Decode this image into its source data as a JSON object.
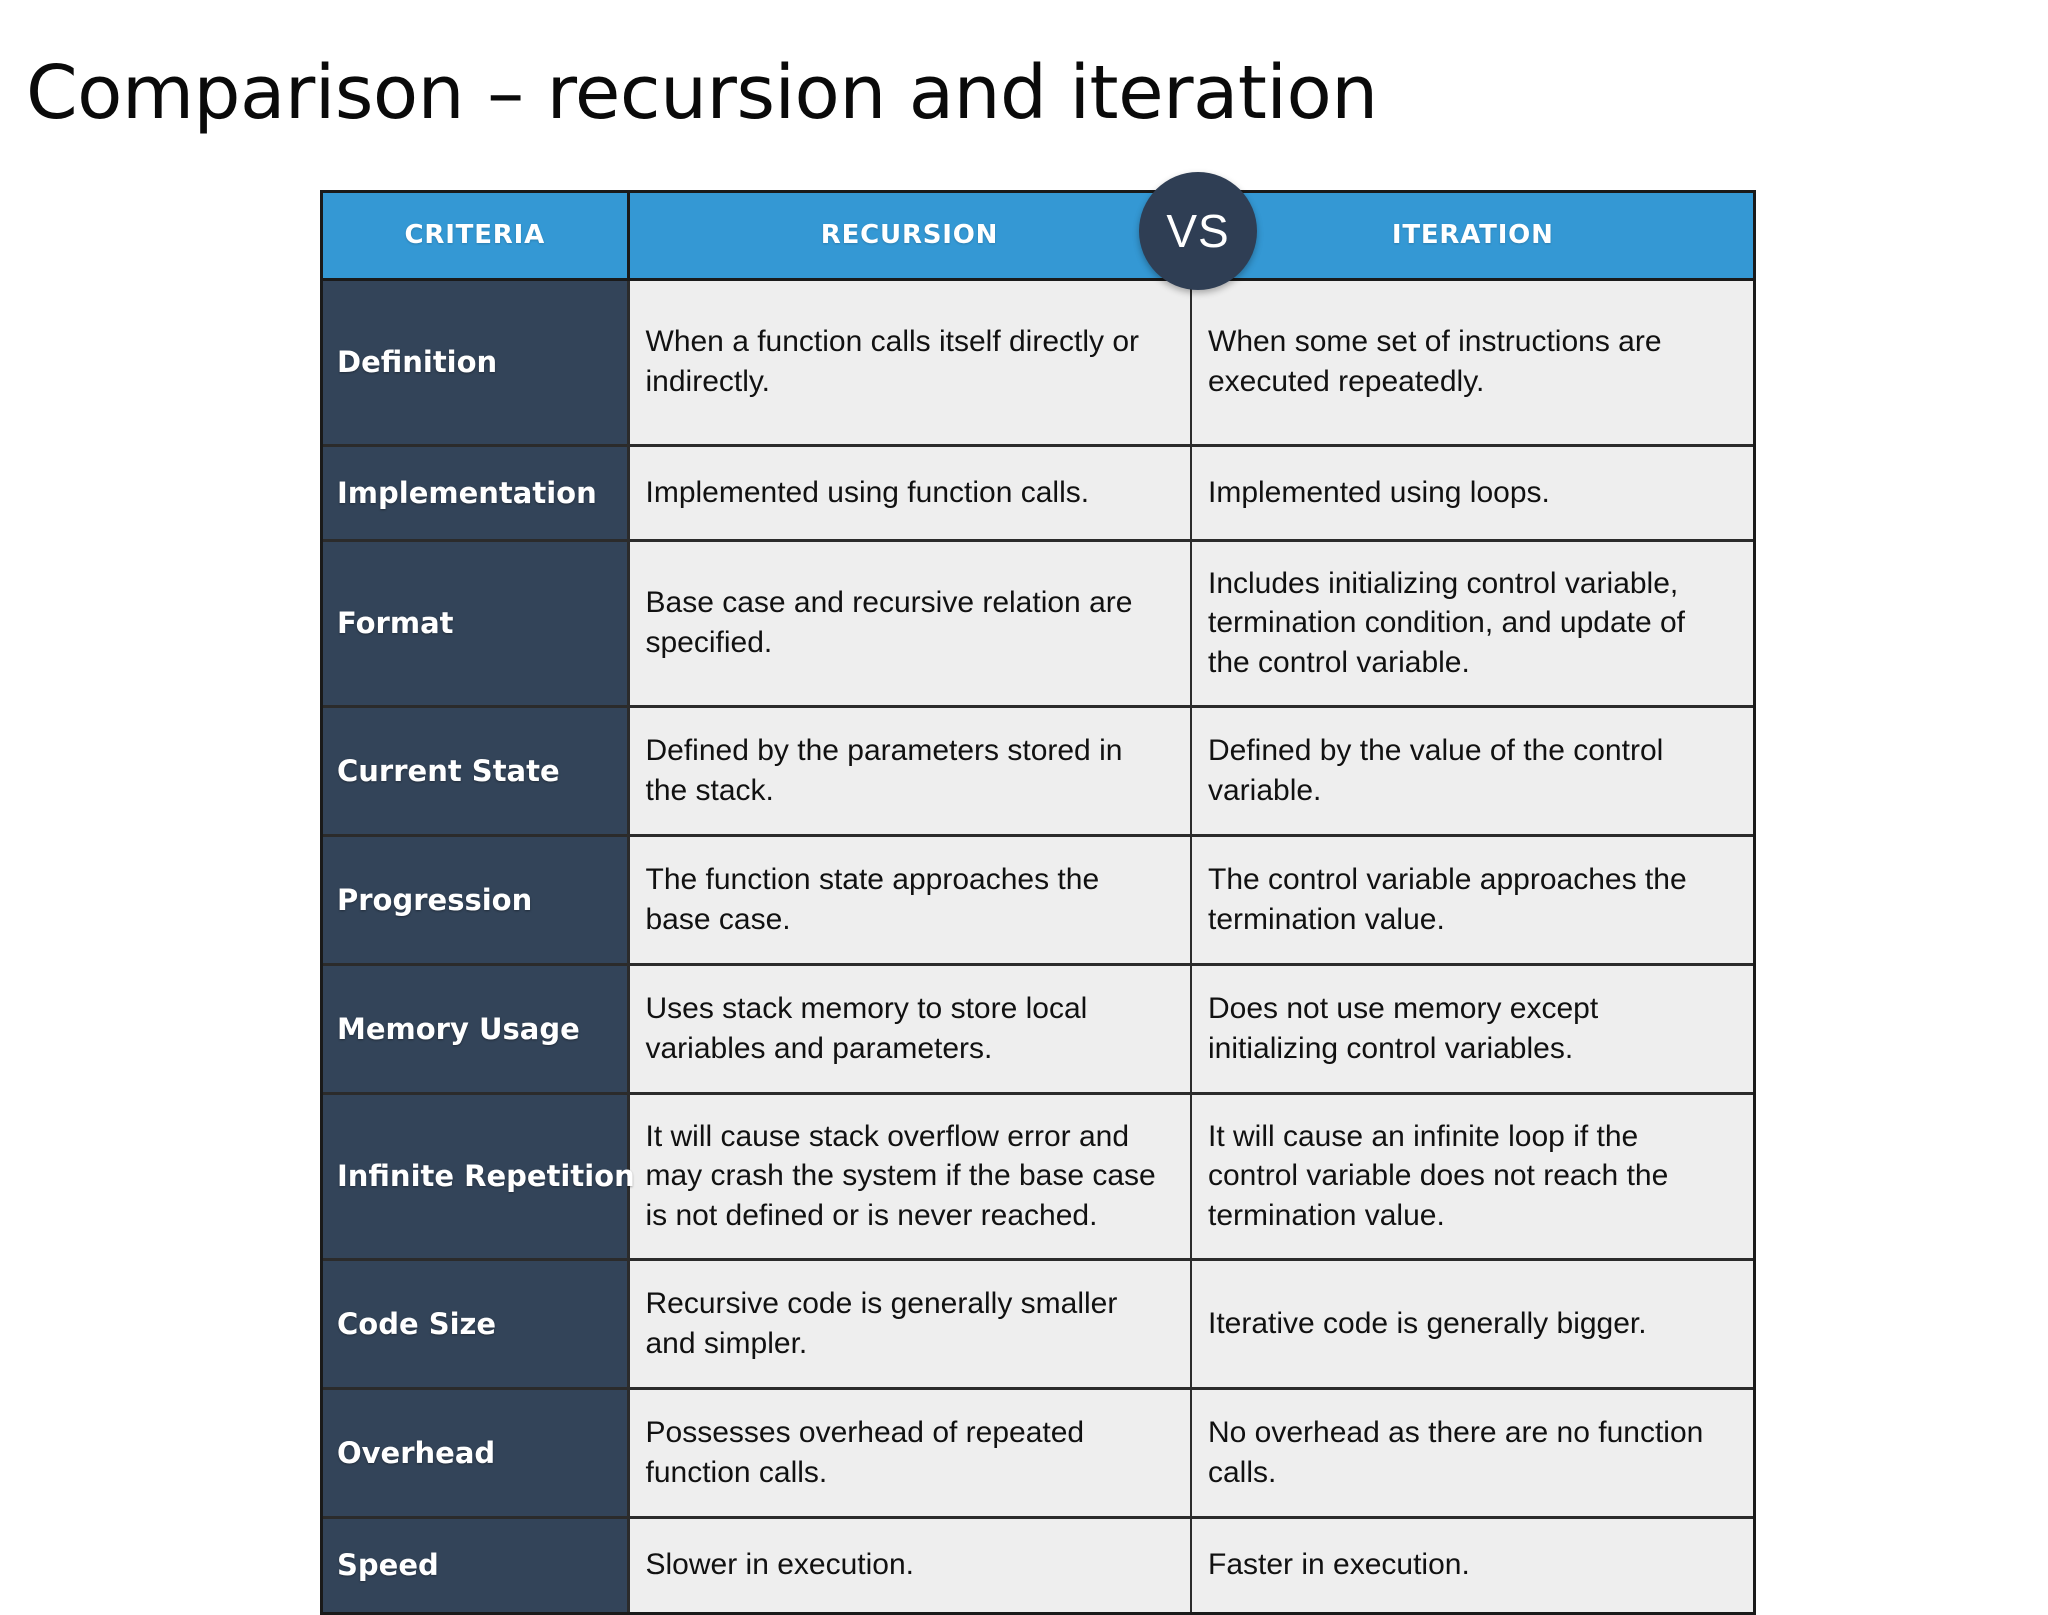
{
  "slide": {
    "title": "Comparison – recursion and iteration"
  },
  "badge": {
    "label": "VS"
  },
  "colors": {
    "header_blue": "#3498d4",
    "criteria_navy": "#334459",
    "badge_navy": "#2f3e54",
    "cell_gray": "#eeeeee",
    "border_dark": "#1a1a1a",
    "text_dark": "#111111",
    "text_light": "#ffffff"
  },
  "table": {
    "headers": [
      "CRITERIA",
      "RECURSION",
      "ITERATION"
    ],
    "rows": [
      {
        "criteria": "Definition",
        "recursion": "When a function calls itself directly or indirectly.",
        "iteration": "When some set of instructions are executed repeatedly.",
        "height": "h-tall"
      },
      {
        "criteria": "Implementation",
        "recursion": "Implemented using function calls.",
        "iteration": "Implemented using loops.",
        "height": "h-short"
      },
      {
        "criteria": "Format",
        "recursion": "Base case and recursive relation are specified.",
        "iteration": "Includes initializing control variable, termination condition, and update of the control variable.",
        "height": "h-tall"
      },
      {
        "criteria": "Current State",
        "recursion": "Defined by the parameters stored in the stack.",
        "iteration": "Defined by the value of the control variable.",
        "height": "h-mid"
      },
      {
        "criteria": "Progression",
        "recursion": "The function state approaches the base case.",
        "iteration": "The control variable approaches the termination value.",
        "height": "h-mid"
      },
      {
        "criteria": "Memory Usage",
        "recursion": "Uses stack memory to store local variables and parameters.",
        "iteration": "Does not use memory except initializing control variables.",
        "height": "h-mid"
      },
      {
        "criteria": "Infinite Repetition",
        "recursion": "It will cause stack overflow error and may crash the system if the base case is not defined or is never reached.",
        "iteration": "It will cause an infinite loop if the control variable does not reach the termination value.",
        "height": "h-tall"
      },
      {
        "criteria": "Code Size",
        "recursion": "Recursive code is generally smaller and simpler.",
        "iteration": "Iterative code is generally bigger.",
        "height": "h-mid"
      },
      {
        "criteria": "Overhead",
        "recursion": "Possesses overhead of repeated function calls.",
        "iteration": "No overhead as there are no function calls.",
        "height": "h-mid"
      },
      {
        "criteria": "Speed",
        "recursion": "Slower in execution.",
        "iteration": "Faster in execution.",
        "height": "h-short"
      }
    ]
  }
}
